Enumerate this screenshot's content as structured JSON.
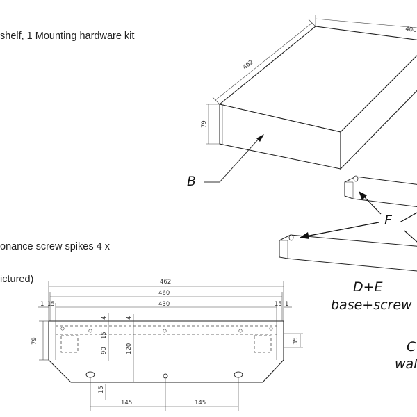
{
  "text": {
    "line1": "shelf, 1 Mounting hardware kit",
    "line2": "onance screw spikes 4 x",
    "line3": "ictured)"
  },
  "labels": {
    "B": "B",
    "F": "F",
    "DE_top": "D+E",
    "DE_bottom": "base+screw",
    "C_top": "C",
    "C_bottom": "wal"
  },
  "dims_iso": {
    "width": "400",
    "depth": "462",
    "height": "79"
  },
  "dims_plan": {
    "overall_width": "462",
    "inner_width_1": "460",
    "inner_width_2": "430",
    "left_a": "1",
    "left_b": "15",
    "right_a": "15",
    "right_b": "1",
    "height_total": "79",
    "depth_120": "120",
    "depth_90": "90",
    "offset_15a": "15",
    "offset_4a": "4",
    "offset_4b": "4",
    "offset_15b": "15",
    "side_35": "35",
    "spacing_left": "145",
    "spacing_right": "145"
  }
}
